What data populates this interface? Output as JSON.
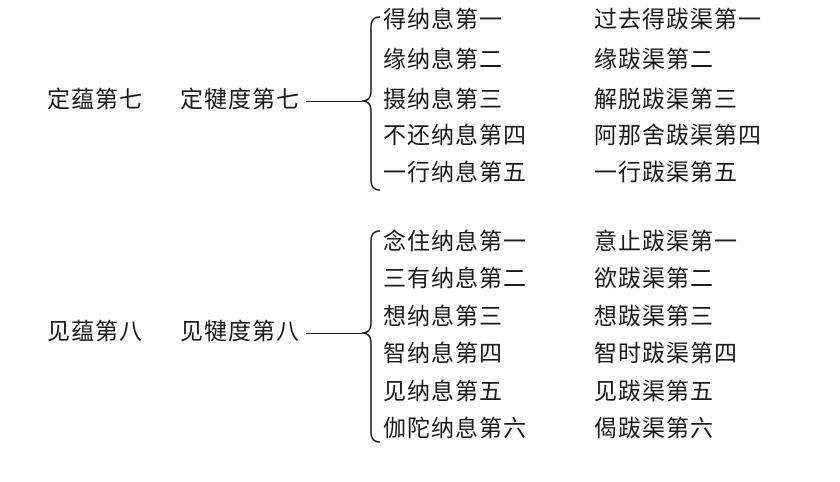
{
  "groups": [
    {
      "section": "定蕴第七",
      "subsection": "定犍度第七",
      "items": [
        {
          "left": "得纳息第一",
          "right": "过去得跋渠第一"
        },
        {
          "left": "缘纳息第二",
          "right": "缘跋渠第二"
        },
        {
          "left": "摄纳息第三",
          "right": "解脱跋渠第三"
        },
        {
          "left": "不还纳息第四",
          "right": "阿那舍跋渠第四"
        },
        {
          "left": "一行纳息第五",
          "right": "一行跋渠第五"
        }
      ]
    },
    {
      "section": "见蕴第八",
      "subsection": "见犍度第八",
      "items": [
        {
          "left": "念住纳息第一",
          "right": "意止跋渠第一"
        },
        {
          "left": "三有纳息第二",
          "right": "欲跋渠第二"
        },
        {
          "left": "想纳息第三",
          "right": "想跋渠第三"
        },
        {
          "left": "智纳息第四",
          "right": "智时跋渠第四"
        },
        {
          "left": "见纳息第五",
          "right": "见跋渠第五"
        },
        {
          "left": "伽陀纳息第六",
          "right": "偈跋渠第六"
        }
      ]
    }
  ]
}
